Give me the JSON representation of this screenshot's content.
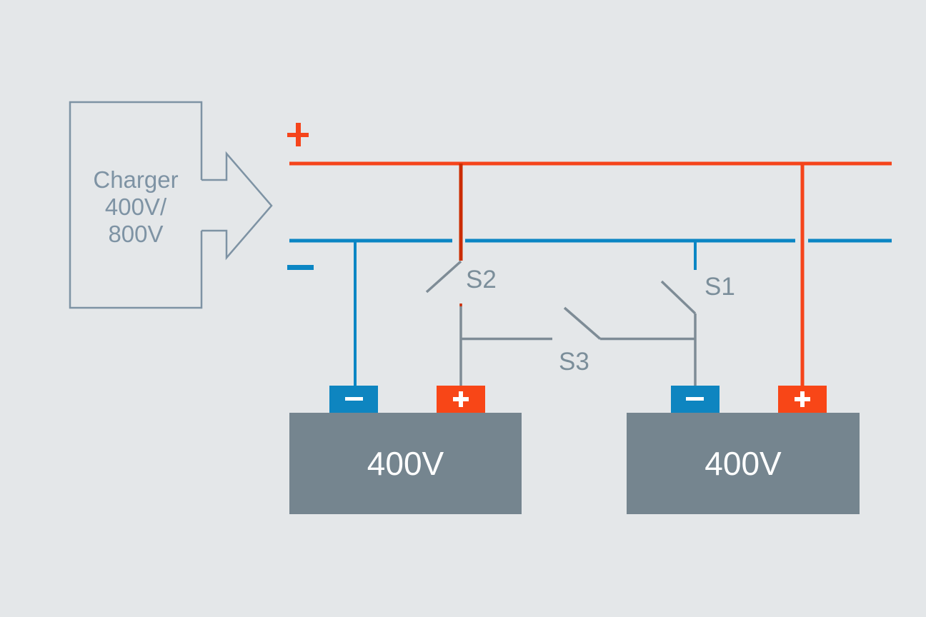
{
  "colors": {
    "background": "#e4e7e9",
    "positive_red": "#f5441b",
    "positive_red_dark": "#cb2c00",
    "negative_blue": "#0b86c4",
    "wire_gray": "#7e8c96",
    "outline_slate": "#7e93a4",
    "label_slate": "#7b8e9a",
    "battery_gray": "#75858f",
    "sign_white": "#ffffff"
  },
  "charger": {
    "lines": [
      "Charger",
      "400V/",
      "800V"
    ]
  },
  "bus": {
    "positive": "+",
    "negative": "−"
  },
  "switches": {
    "s1": "S1",
    "s2": "S2",
    "s3": "S3"
  },
  "battery_left": {
    "voltage": "400V",
    "negative": "−",
    "positive": "+"
  },
  "battery_right": {
    "voltage": "400V",
    "negative": "−",
    "positive": "+"
  }
}
